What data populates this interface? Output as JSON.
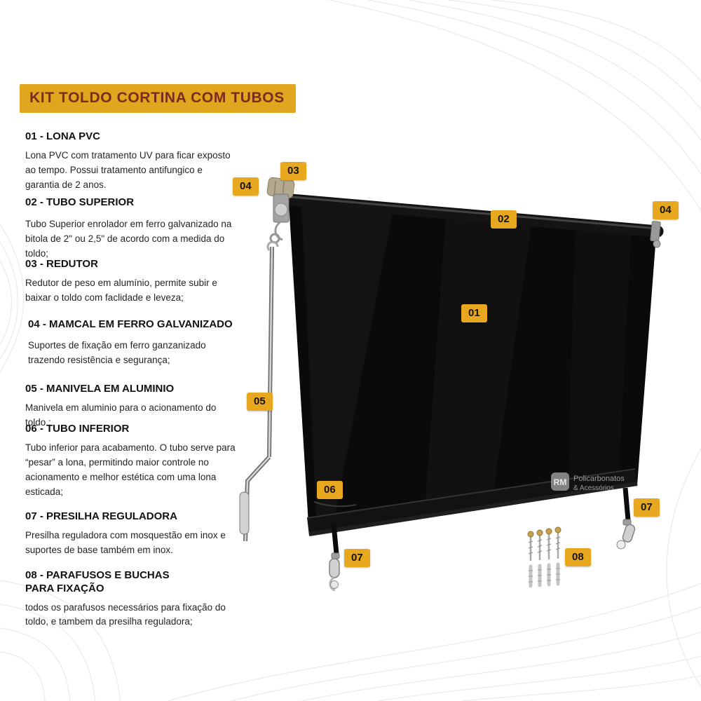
{
  "title": "KIT TOLDO CORTINA COM TUBOS",
  "descriptions": [
    {
      "heading": "01 - LONA PVC",
      "body": "Lona PVC com tratamento UV para ficar exposto ao tempo. Possui tratamento antifungico e garantia de 2 anos."
    },
    {
      "heading": "02 - TUBO SUPERIOR",
      "body": "Tubo Superior enrolador em ferro galvanizado na bitola de 2\" ou 2,5\" de acordo com a medida do toldo;"
    },
    {
      "heading": "03 - REDUTOR",
      "body": "Redutor de peso em alumínio, permite subir e baixar o toldo com faclidade e leveza;"
    },
    {
      "heading": "04 - MAMCAL  EM FERRO GALVANIZADO",
      "body": "Suportes de fixação em ferro ganzanizado trazendo resistência e segurança;"
    },
    {
      "heading": "05 - MANIVELA EM ALUMINIO",
      "body": "Manivela em aluminio para o acionamento do toldo.;"
    },
    {
      "heading": "06 - TUBO INFERIOR",
      "body": "Tubo inferior para acabamento. O tubo serve para “pesar” a lona, permitindo maior controle no acionamento e melhor estética com uma lona esticada;"
    },
    {
      "heading": "07 - PRESILHA REGULADORA",
      "body": "Presilha reguladora com mosquestão em inox e suportes de base também em inox."
    },
    {
      "heading": "08 - PARAFUSOS E BUCHAS\nPARA FIXAÇÃO",
      "body": "todos os parafusos necessários para fixação do toldo, e tambem da presilha reguladora;"
    }
  ],
  "badges": [
    {
      "label": "03"
    },
    {
      "label": "04"
    },
    {
      "label": "02"
    },
    {
      "label": "04"
    },
    {
      "label": "01"
    },
    {
      "label": "05"
    },
    {
      "label": "06"
    },
    {
      "label": "07"
    },
    {
      "label": "07"
    },
    {
      "label": "08"
    }
  ],
  "watermark": {
    "initials": "RM",
    "line1": "Policarbonatos",
    "line2": "& Acessórios"
  },
  "colors": {
    "accent_gold": "#E7A81F",
    "title_text": "#7D2B1E",
    "canvas_black": "#0a0a0a"
  }
}
